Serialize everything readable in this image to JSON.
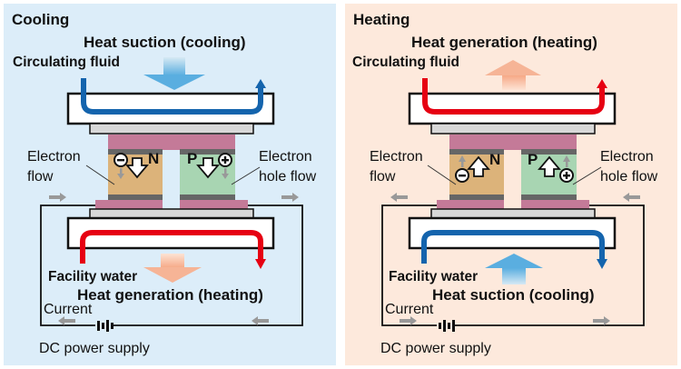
{
  "colors": {
    "cool_bg": "#dcedf9",
    "heat_bg": "#fde9dc",
    "blue_pipe": "#1464ad",
    "red_pipe": "#e60012",
    "n_element": "#dcb37a",
    "p_element": "#a8d5b2",
    "electrode": "#c47a98",
    "plate": "#d8d8d8",
    "gray_arrow": "#999999"
  },
  "panels": [
    {
      "id": "cooling",
      "title": "Cooling",
      "top_heat_label": "Heat suction (cooling)",
      "top_fluid_label": "Circulating fluid",
      "bottom_fluid_label": "Facility water",
      "bottom_heat_label": "Heat generation (heating)",
      "electron_label": [
        "Electron",
        "flow"
      ],
      "hole_label": [
        "Electron",
        "hole flow"
      ],
      "n_label": "N",
      "p_label": "P",
      "current_label": "Current",
      "power_label": "DC power supply",
      "carrier_direction": "down",
      "current_direction": "left"
    },
    {
      "id": "heating",
      "title": "Heating",
      "top_heat_label": "Heat generation (heating)",
      "top_fluid_label": "Circulating fluid",
      "bottom_fluid_label": "Facility water",
      "bottom_heat_label": "Heat suction (cooling)",
      "electron_label": [
        "Electron",
        "flow"
      ],
      "hole_label": [
        "Electron",
        "hole flow"
      ],
      "n_label": "N",
      "p_label": "P",
      "current_label": "Current",
      "power_label": "DC power supply",
      "carrier_direction": "up",
      "current_direction": "right"
    }
  ]
}
